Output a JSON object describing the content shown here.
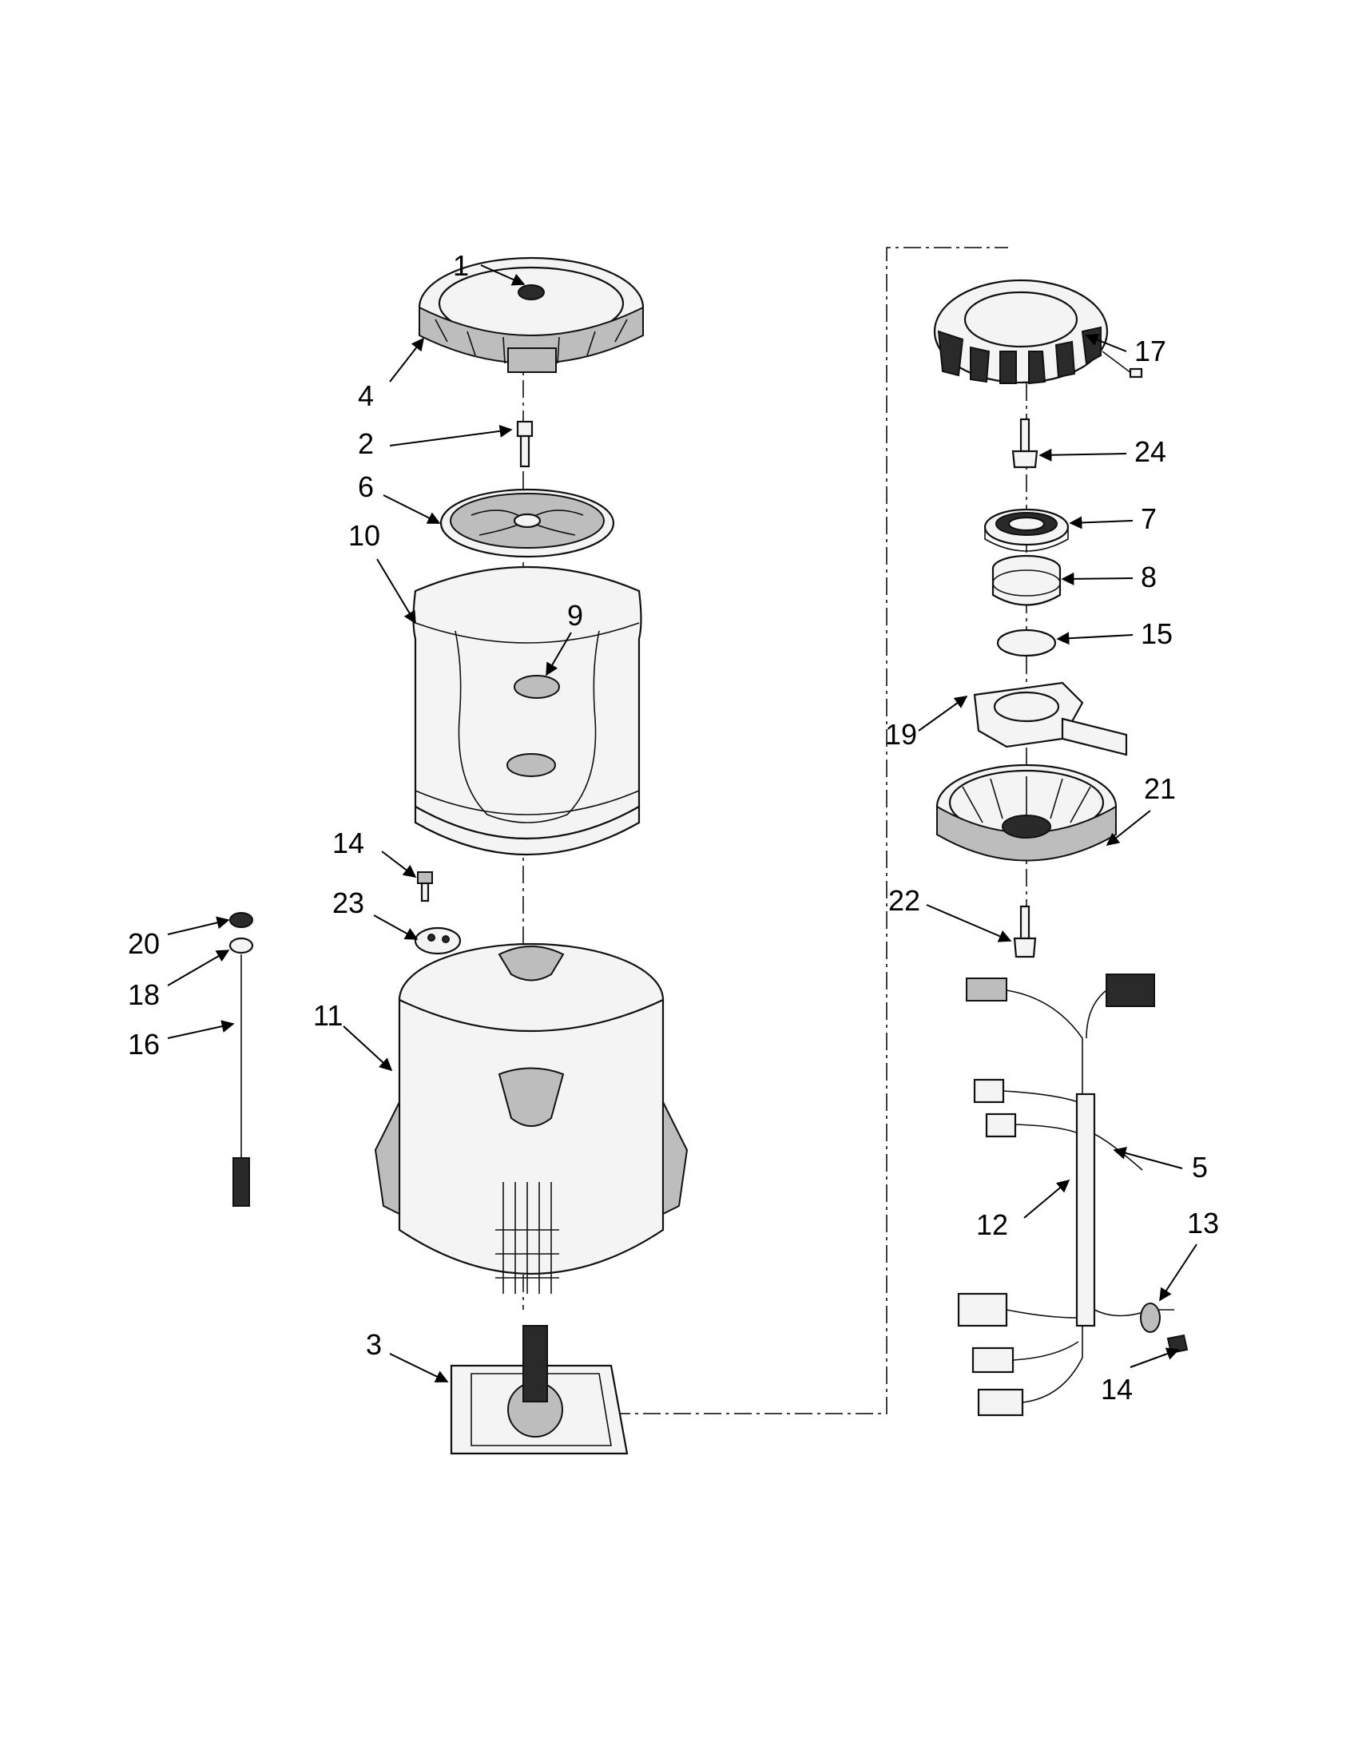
{
  "callouts": {
    "c1": "1",
    "c2": "2",
    "c3": "3",
    "c4": "4",
    "c5": "5",
    "c6": "6",
    "c7": "7",
    "c8": "8",
    "c9": "9",
    "c10": "10",
    "c11": "11",
    "c12": "12",
    "c13": "13",
    "c14a": "14",
    "c14b": "14",
    "c15": "15",
    "c16": "16",
    "c17": "17",
    "c18": "18",
    "c19": "19",
    "c20": "20",
    "c21": "21",
    "c22": "22",
    "c23": "23",
    "c24": "24"
  },
  "arrowheads": "triangle"
}
